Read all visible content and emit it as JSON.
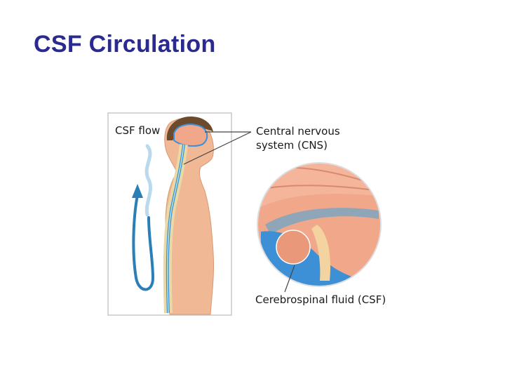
{
  "slide": {
    "title": "CSF Circulation"
  },
  "figure": {
    "labels": {
      "csf_flow": "CSF flow",
      "cns_line1": "Central nervous",
      "cns_line2": "system  (CNS)",
      "csf": "Cerebrospinal fluid (CSF)"
    },
    "colors": {
      "title": "#2b2b8f",
      "skin": "#f0b894",
      "brain": "#f1a88a",
      "csf_blue": "#3d8fd6",
      "arrow_blue": "#2a7fb6",
      "spine": "#e8d9a6"
    }
  }
}
